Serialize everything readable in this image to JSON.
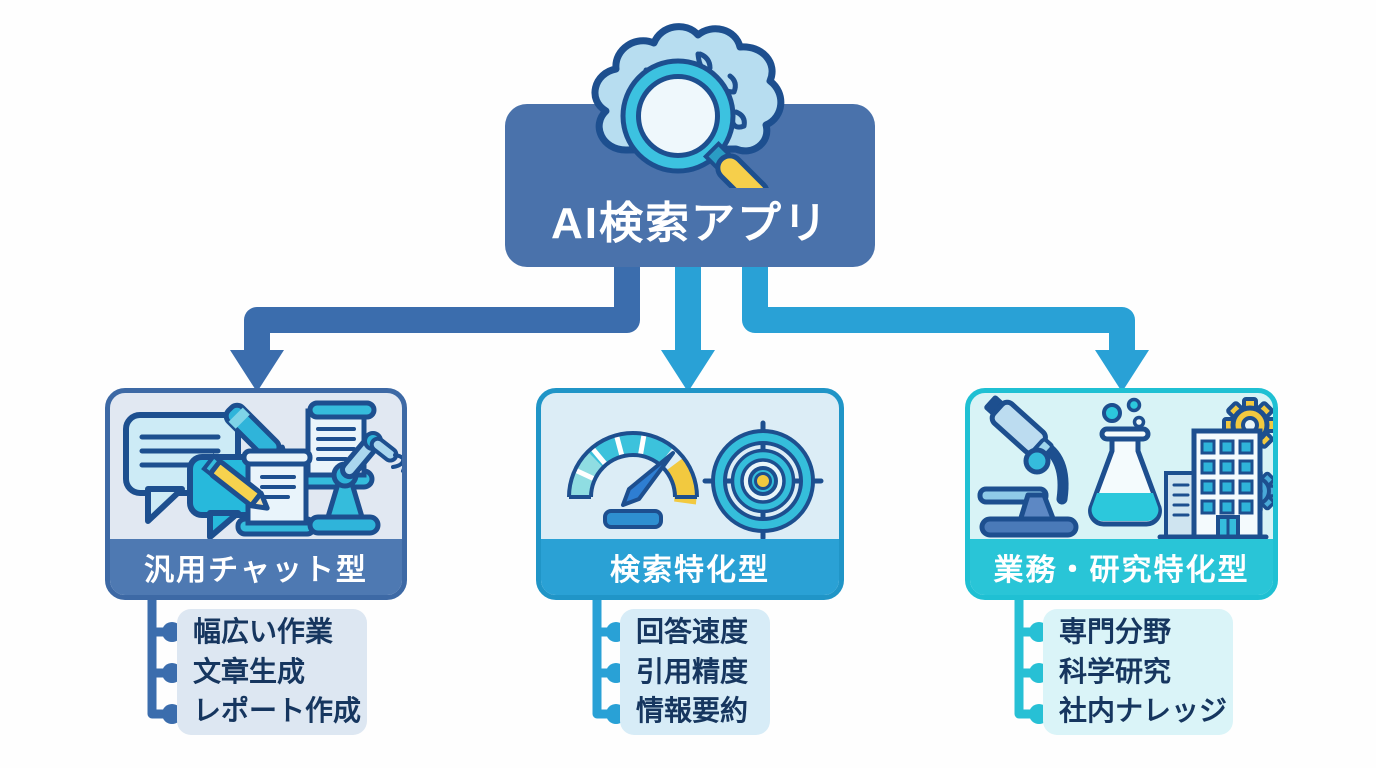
{
  "root": {
    "title": "AI検索アプリ",
    "icon": "brain-magnifier-icon",
    "color": "#4a72ab"
  },
  "branches": [
    {
      "title": "汎用チャット型",
      "items": [
        "幅広い作業",
        "文章生成",
        "レポート作成"
      ],
      "icons": [
        "chat-bubbles-icon",
        "pen-icon",
        "scroll-icon",
        "pencil-scroll-icon",
        "robot-arm-icon"
      ],
      "colors": {
        "accent": "#4e79b2",
        "border": "#3d69a5",
        "body": "#e1e8f2",
        "list_bg": "#dde7f2",
        "connector": "#3b6dad"
      }
    },
    {
      "title": "検索特化型",
      "items": [
        "回答速度",
        "引用精度",
        "情報要約"
      ],
      "icons": [
        "speedometer-icon",
        "target-icon"
      ],
      "colors": {
        "accent": "#2aa1d5",
        "border": "#2095c7",
        "body": "#dcedf6",
        "list_bg": "#d7ecf7",
        "connector": "#29a1d6"
      }
    },
    {
      "title": "業務・研究特化型",
      "items": [
        "専門分野",
        "科学研究",
        "社内ナレッジ"
      ],
      "icons": [
        "microscope-icon",
        "flask-icon",
        "building-gears-icon"
      ],
      "colors": {
        "accent": "#29c5d7",
        "border": "#1fc0d3",
        "body": "#d8f3f6",
        "list_bg": "#daf4f8",
        "connector": "#27c0d5"
      }
    }
  ],
  "palette": {
    "outline_navy": "#1d4f8f",
    "teal": "#35bedb",
    "yellow": "#f2c93f",
    "light_blue": "#bcdcf0",
    "list_text": "#16365f",
    "background": "#fefefe"
  }
}
